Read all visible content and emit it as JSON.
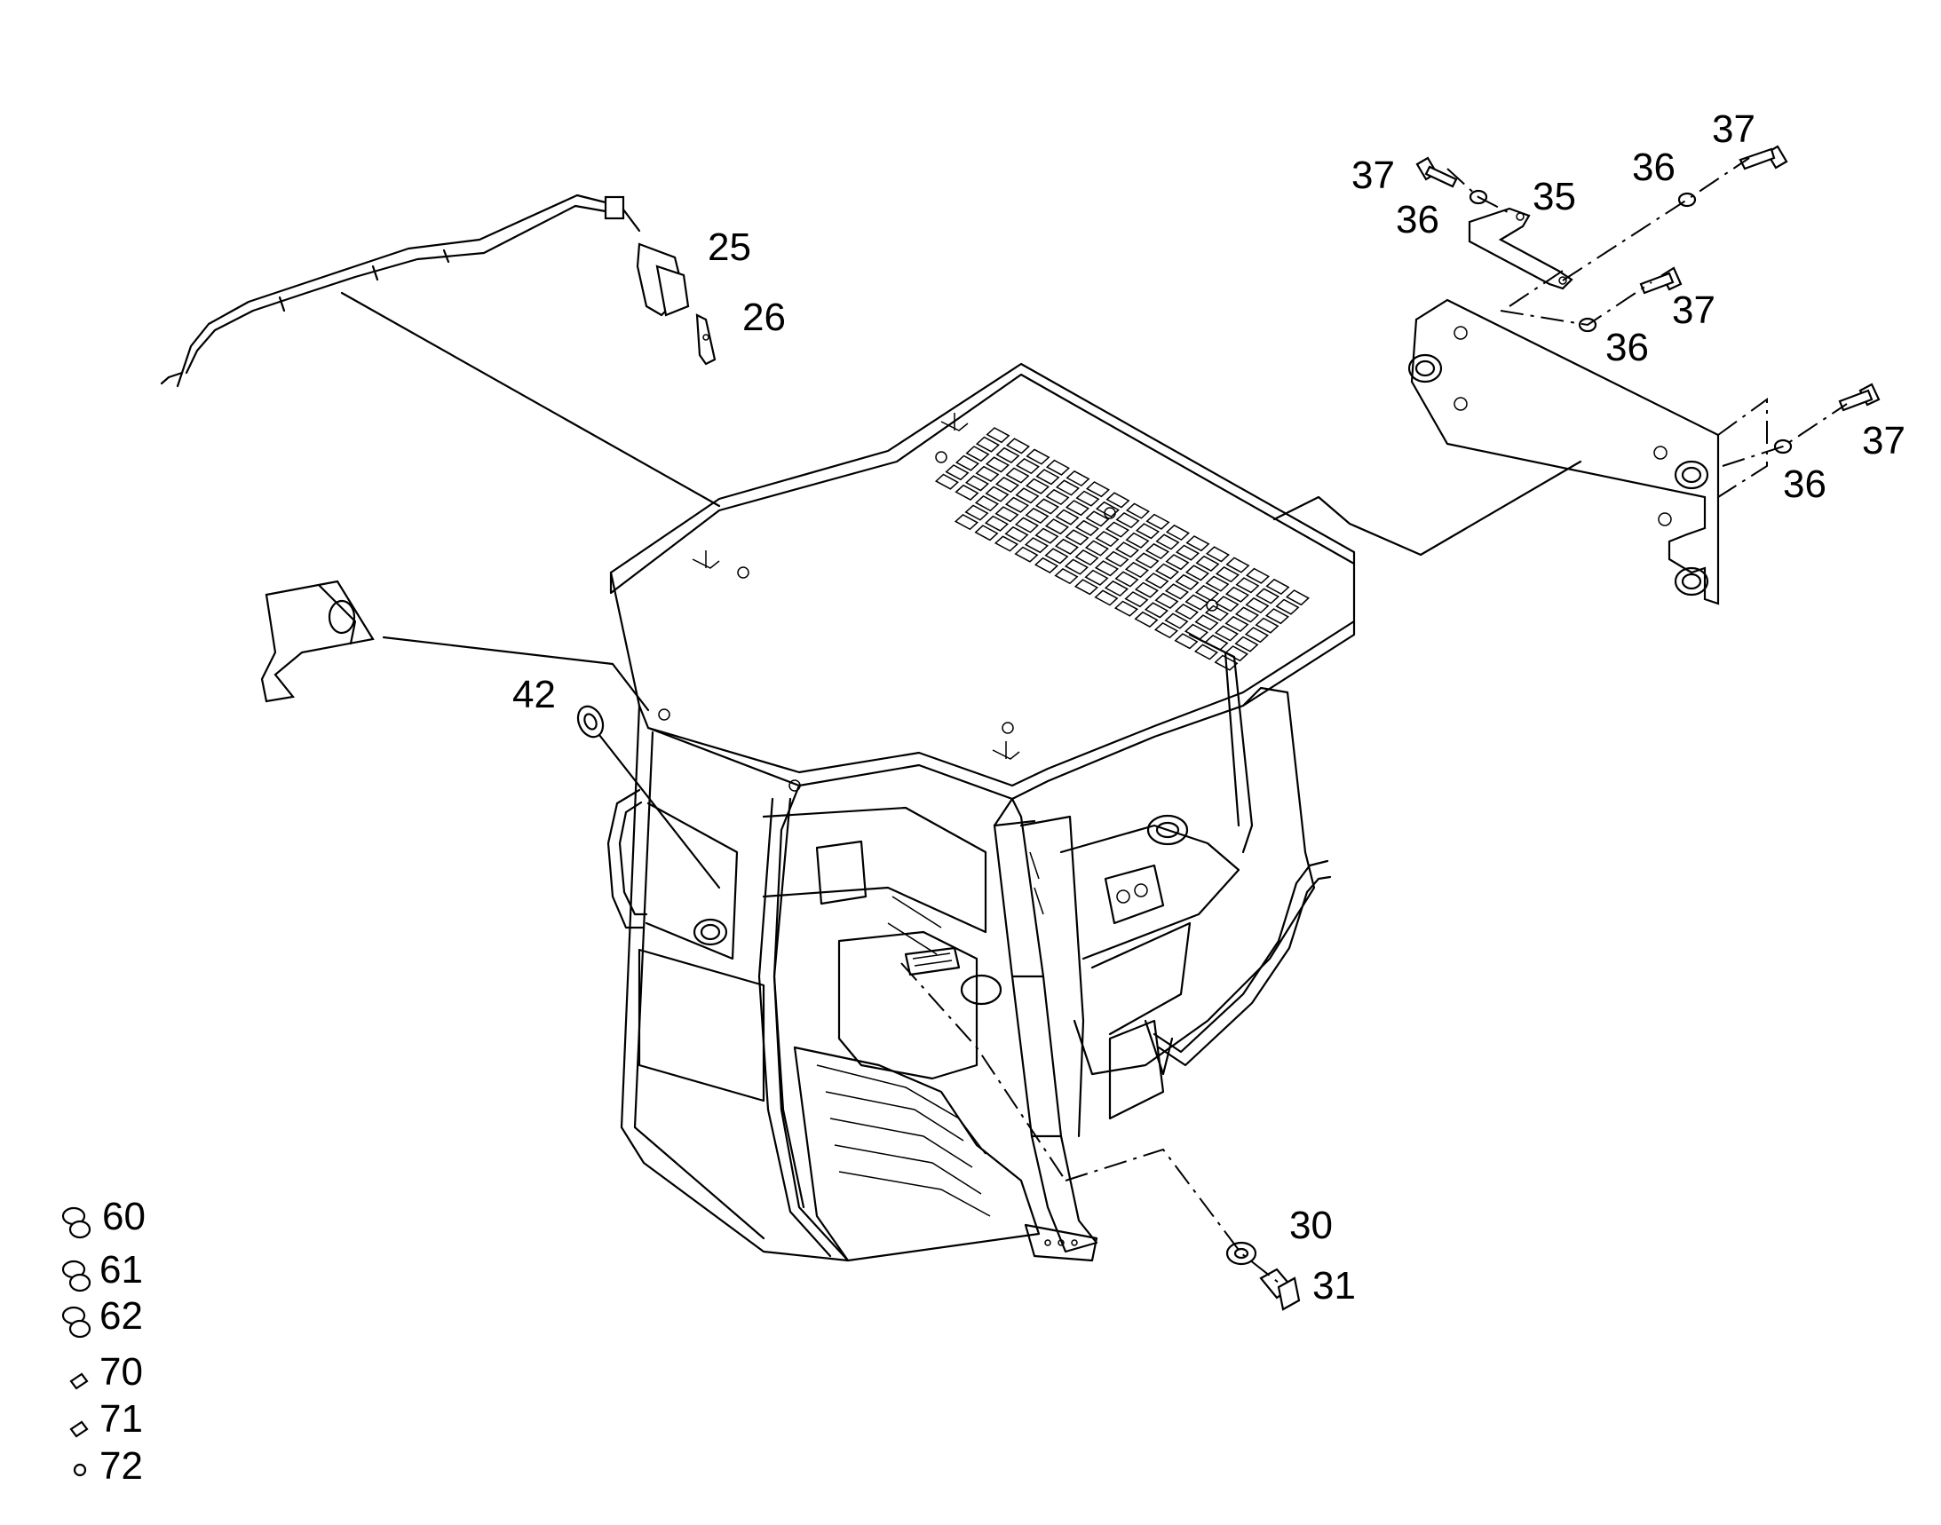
{
  "callouts": {
    "c25": "25",
    "c26": "26",
    "c35": "35",
    "c36a": "36",
    "c36b": "36",
    "c36c": "36",
    "c36d": "36",
    "c37a": "37",
    "c37b": "37",
    "c37c": "37",
    "c37d": "37",
    "c42": "42",
    "c30": "30",
    "c31": "31"
  },
  "kit_list": [
    "60",
    "61",
    "62",
    "70",
    "71",
    "72"
  ],
  "colors": {
    "line": "#000000",
    "background": "#ffffff"
  }
}
